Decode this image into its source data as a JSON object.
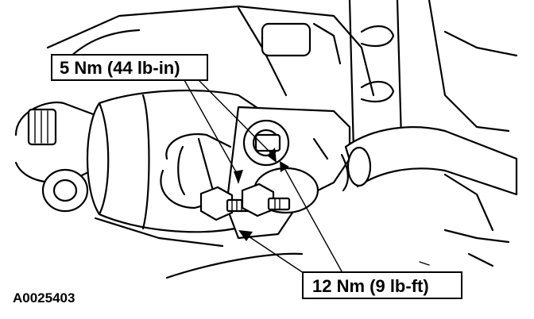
{
  "figure": {
    "callouts": {
      "upper": "5 Nm (44 lb-in)",
      "lower": "12 Nm (9 lb-ft)"
    },
    "figure_id": "A0025403"
  },
  "colors": {
    "ink": "#000000",
    "paper": "#ffffff"
  }
}
